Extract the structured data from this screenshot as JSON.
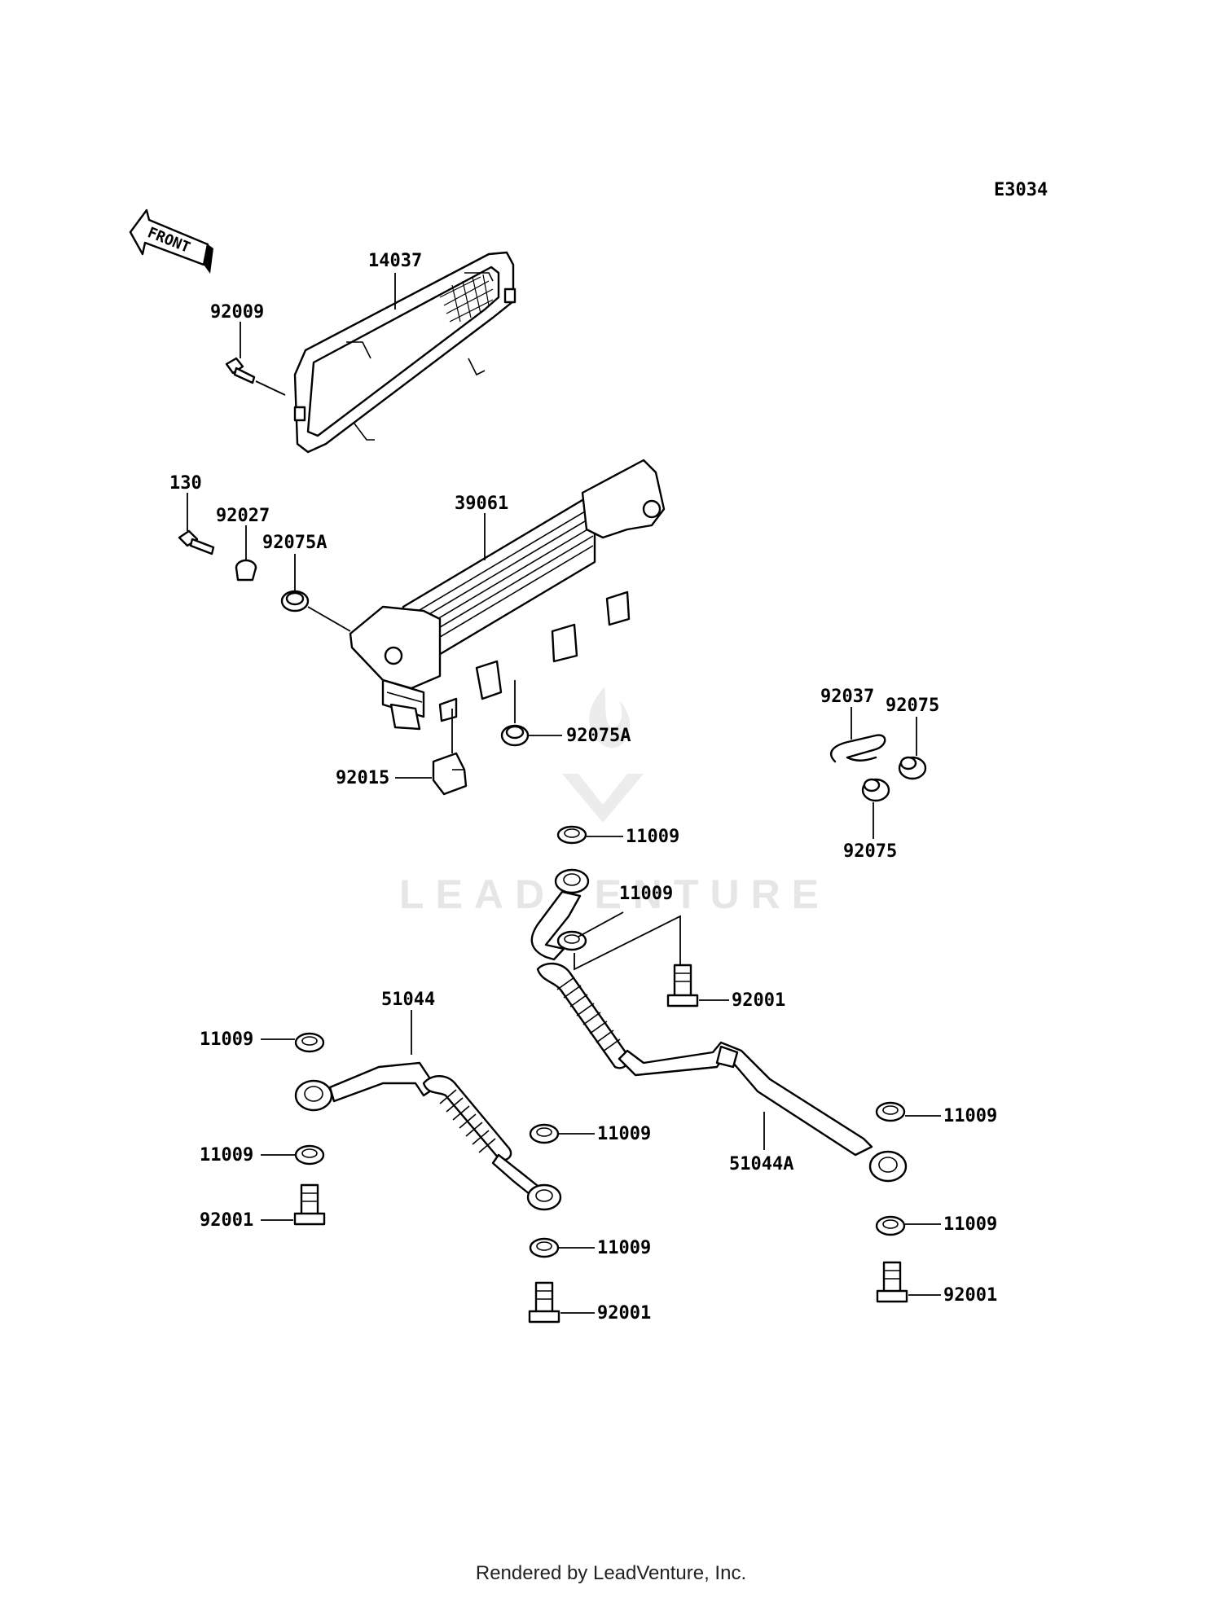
{
  "diagram_id": "E3034",
  "front_arrow": {
    "label": "FRONT"
  },
  "watermark": "LEADVENTURE",
  "footer": "Rendered by LeadVenture, Inc.",
  "callouts": {
    "p14037": "14037",
    "p92009": "92009",
    "p130": "130",
    "p92027": "92027",
    "p92075A_a": "92075A",
    "p39061": "39061",
    "p92075A_b": "92075A",
    "p92015": "92015",
    "p92037": "92037",
    "p92075_a": "92075",
    "p92075_b": "92075",
    "p11009_a": "11009",
    "p11009_b": "11009",
    "p92001_a": "92001",
    "p51044": "51044",
    "p11009_c": "11009",
    "p11009_d": "11009",
    "p11009_e": "11009",
    "p92001_b": "92001",
    "p11009_f": "11009",
    "p92001_c": "92001",
    "p11009_g": "11009",
    "p51044A": "51044A",
    "p11009_h": "11009",
    "p92001_d": "92001"
  }
}
